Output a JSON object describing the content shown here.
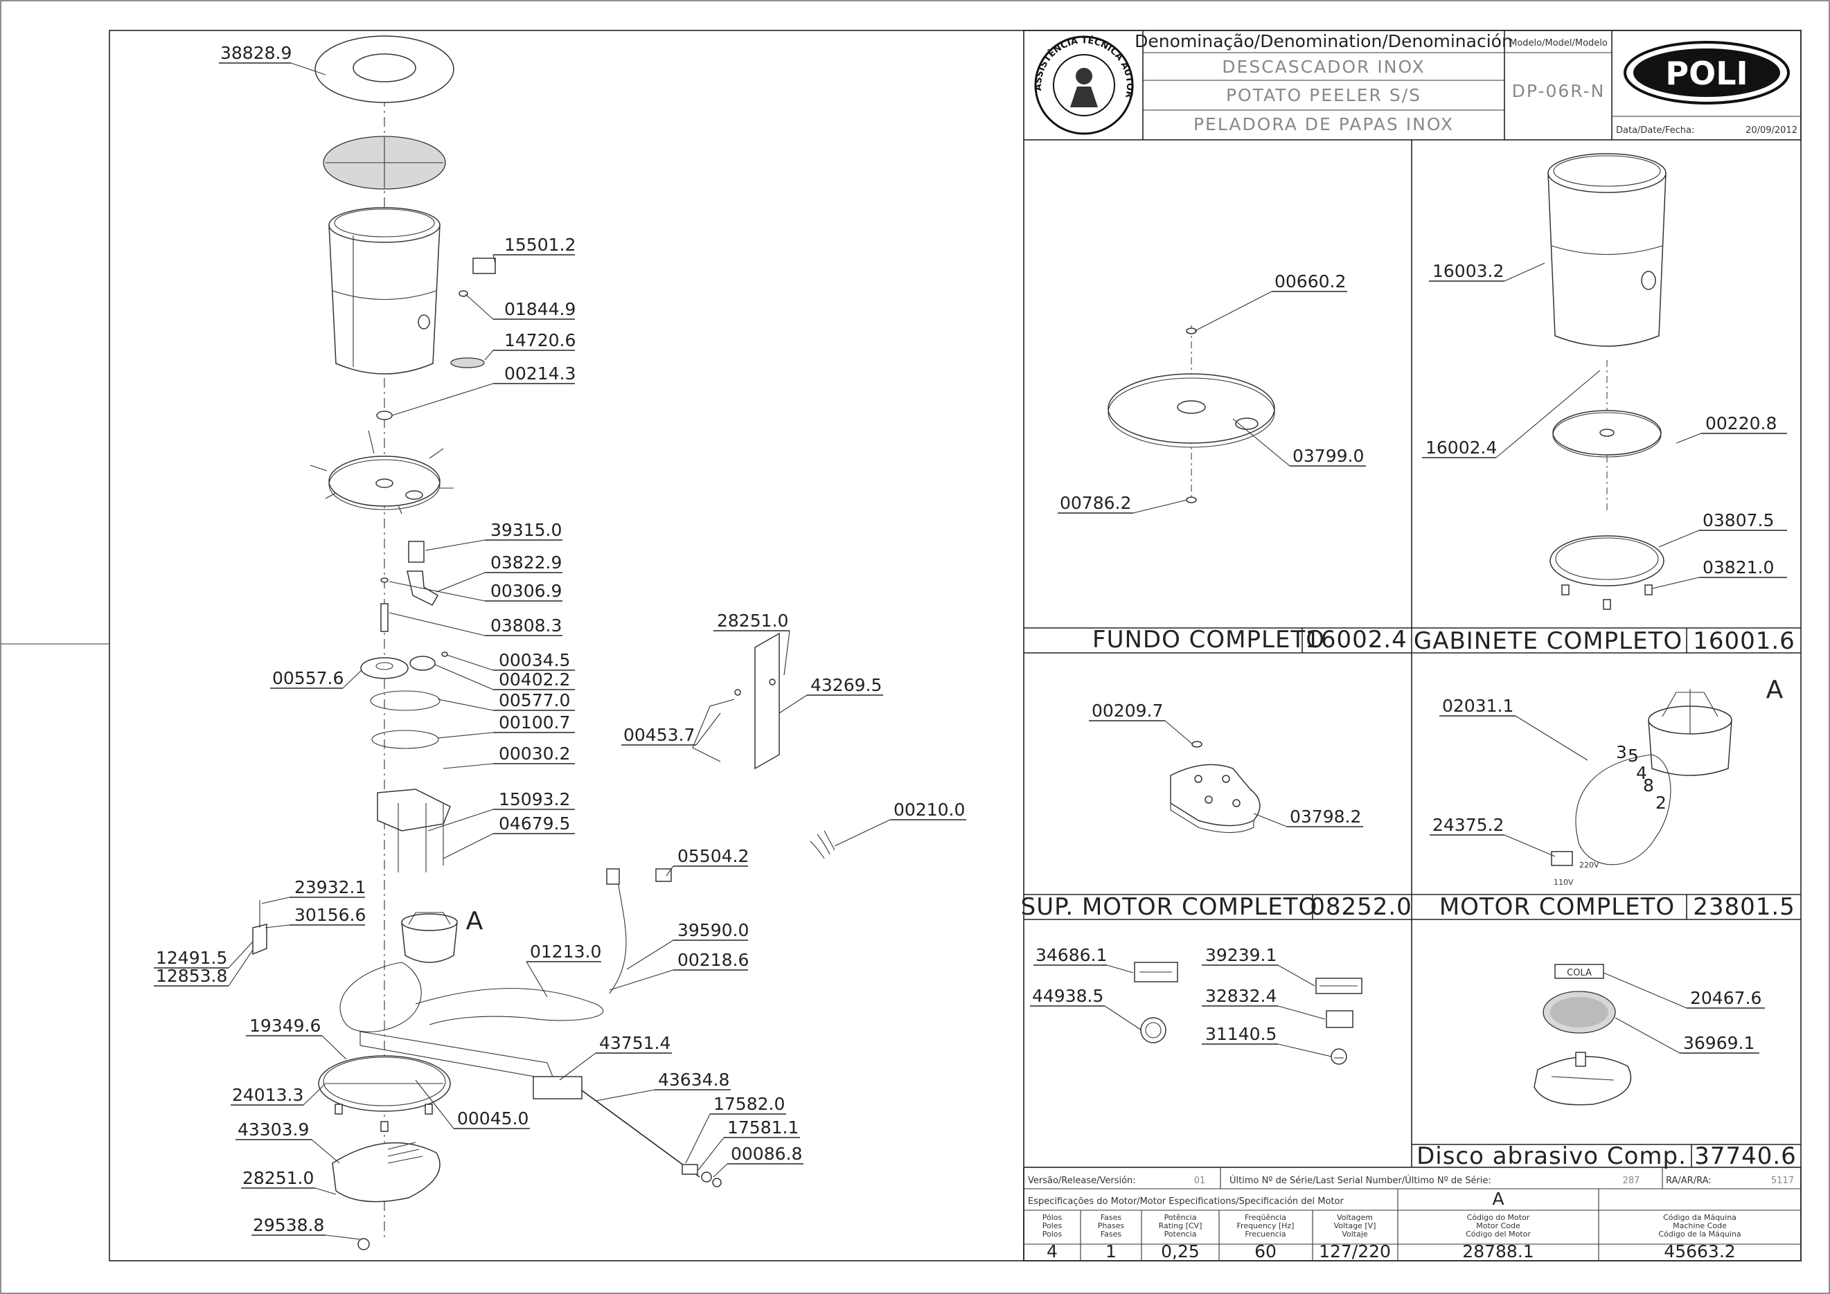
{
  "title_block": {
    "denomination_heading": "Denominação/Denomination/Denominación",
    "names": [
      "DESCASCADOR INOX",
      "POTATO PEELER S/S",
      "PELADORA DE PAPAS INOX"
    ],
    "model_heading": "Modelo/Model/Modelo",
    "model": "DP-06R-N",
    "brand": "POLI",
    "date_label": "Data/Date/Fecha:",
    "date": "20/09/2012",
    "seal_text": "ASSISTÊNCIA TÉCNICA AUTORIZADA"
  },
  "main_parts": [
    "38828.9",
    "15501.2",
    "01844.9",
    "14720.6",
    "00214.3",
    "39315.0",
    "03822.9",
    "00306.9",
    "03808.3",
    "00034.5",
    "00557.6",
    "00402.2",
    "00577.0",
    "00100.7",
    "00030.2",
    "15093.2",
    "04679.5",
    "23932.1",
    "30156.6",
    "12491.5",
    "12853.8",
    "19349.6",
    "24013.3",
    "00045.0",
    "43303.9",
    "28251.0",
    "29538.8",
    "43751.4",
    "43634.8",
    "17582.0",
    "17581.1",
    "00086.8",
    "01213.0",
    "39590.0",
    "00218.6",
    "05504.2",
    "00210.0",
    "28251.0",
    "43269.5",
    "00453.7"
  ],
  "motor_label_letter": "A",
  "panels": {
    "fundo": {
      "parts": [
        "00660.2",
        "03799.0",
        "00786.2"
      ],
      "title": "FUNDO COMPLETO",
      "code": "16002.4"
    },
    "gabinete": {
      "parts": [
        "16003.2",
        "16002.4",
        "00220.8",
        "03807.5",
        "03821.0"
      ],
      "title": "GABINETE COMPLETO",
      "code": "16001.6"
    },
    "sup_motor": {
      "parts": [
        "00209.7",
        "03798.2"
      ],
      "title": "SUP. MOTOR COMPLETO",
      "code": "08252.0"
    },
    "motor": {
      "parts": [
        "02031.1",
        "24375.2"
      ],
      "letter": "A",
      "wire_numbers": [
        "3",
        "5",
        "4",
        "8",
        "2"
      ],
      "voltages": [
        "220V",
        "110V"
      ],
      "title": "MOTOR COMPLETO",
      "code": "23801.5"
    },
    "labels": {
      "parts": [
        "34686.1",
        "39239.1",
        "44938.5",
        "32832.4",
        "31140.5"
      ]
    },
    "disco": {
      "parts": [
        "20467.6",
        "36969.1"
      ],
      "tag": "COLA",
      "title": "Disco abrasivo Comp.",
      "code": "37740.6"
    }
  },
  "footer": {
    "version_label": "Versão/Release/Versión:",
    "version": "01",
    "serial_label": "Último Nº de Série/Last Serial Number/Último Nº de Série:",
    "serial": "287",
    "ra_label": "RA/AR/RA:",
    "ra": "5117",
    "motor_spec_label": "Especificações do Motor/Motor Especifications/Specificación del Motor",
    "motor_letter": "A",
    "headers": [
      [
        "Pólos",
        "Poles",
        "Polos"
      ],
      [
        "Fases",
        "Phases",
        "Fases"
      ],
      [
        "Potência",
        "Rating [CV]",
        "Potencia"
      ],
      [
        "Freqüência",
        "Frequency [Hz]",
        "Frecuencia"
      ],
      [
        "Voltagem",
        "Voltage [V]",
        "Voltaje"
      ],
      [
        "Código do Motor",
        "Motor Code",
        "Código del Motor"
      ],
      [
        "Código da Máquina",
        "Machine Code",
        "Código de la Máquina"
      ]
    ],
    "values": [
      "4",
      "1",
      "0,25",
      "60",
      "127/220",
      "28788.1",
      "45663.2"
    ]
  }
}
